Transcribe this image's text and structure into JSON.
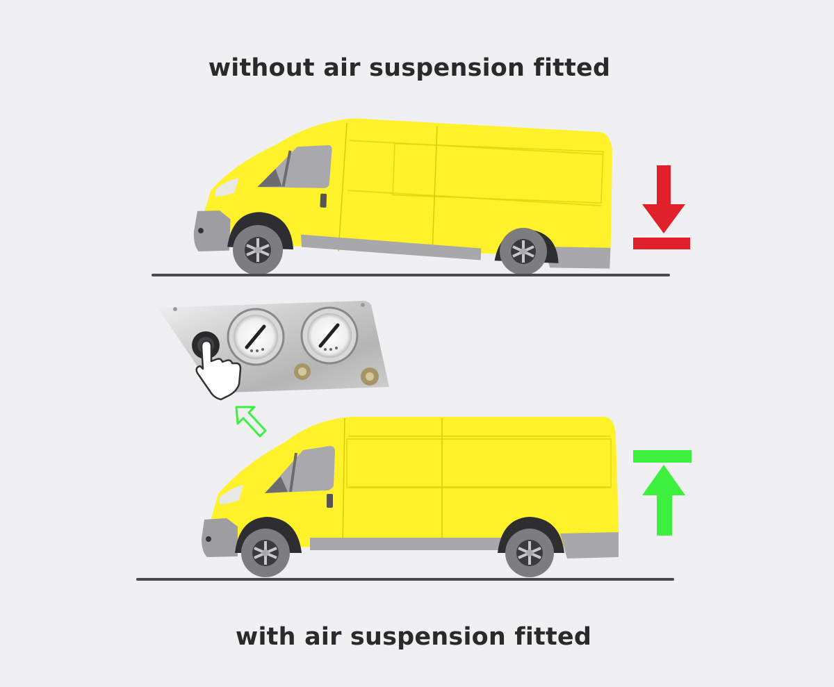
{
  "diagram": {
    "top_caption": "without air suspension fitted",
    "bottom_caption": "with air suspension fitted",
    "panels": [
      {
        "state": "without air suspension",
        "van_color": "#fff22a",
        "indicator": "arrow-down-to-line",
        "indicator_color": "#e0202a",
        "ride": "rear sagging"
      },
      {
        "state": "with air suspension",
        "van_color": "#fff22a",
        "indicator": "arrow-up-from-line",
        "indicator_color": "#3ef03e",
        "ride": "level"
      }
    ],
    "control_panel": {
      "description": "stainless steel panel with push button and two pressure gauges",
      "gauges": 2,
      "buttons": 1,
      "pointer": "hand-pointer pressing button",
      "callout_arrow_color": "#3ef03e"
    },
    "colors": {
      "background": "#f0eff1",
      "text": "#2a2a2a",
      "ground_line": "#4a4a4a",
      "van_body": "#fff22a",
      "van_trim": "#a8a8a8",
      "down_arrow": "#e0202a",
      "up_arrow": "#3ef03e"
    }
  }
}
